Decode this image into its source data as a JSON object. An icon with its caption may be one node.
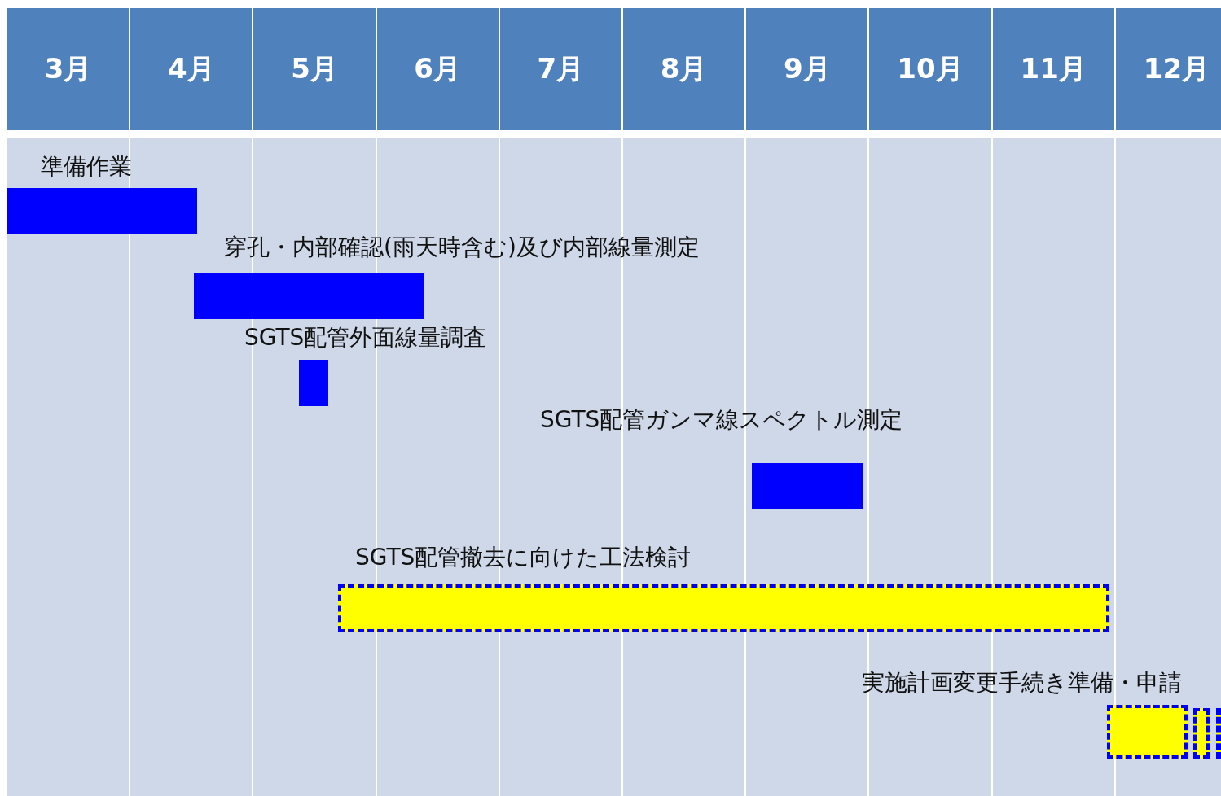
{
  "diagram": {
    "nodes": [
      {
        "text": [
          "準備作業"
        ]
      },
      {
        "text": [
          "穿孔・内部確認(雨天時含む)及び内部線量測定"
        ]
      },
      {
        "text": [
          "SGTS配管外面線量調査"
        ]
      },
      {
        "text": [
          "SGTS配管ガンマ線スペクトル測定"
        ]
      },
      {
        "text": [
          "SGTS配管撤去に向けた工法検討"
        ]
      },
      {
        "text": [
          "実施計画変更手続き準備・申請"
        ]
      },
      {
        "text": [],
        "shape": "bar"
      },
      {
        "text": [],
        "shape": "bar"
      }
    ],
    "edges": [],
    "labels": [
      "3月",
      "4月",
      "5月",
      "6月",
      "7月",
      "8月",
      "9月",
      "10月",
      "11月",
      "12月"
    ]
  }
}
